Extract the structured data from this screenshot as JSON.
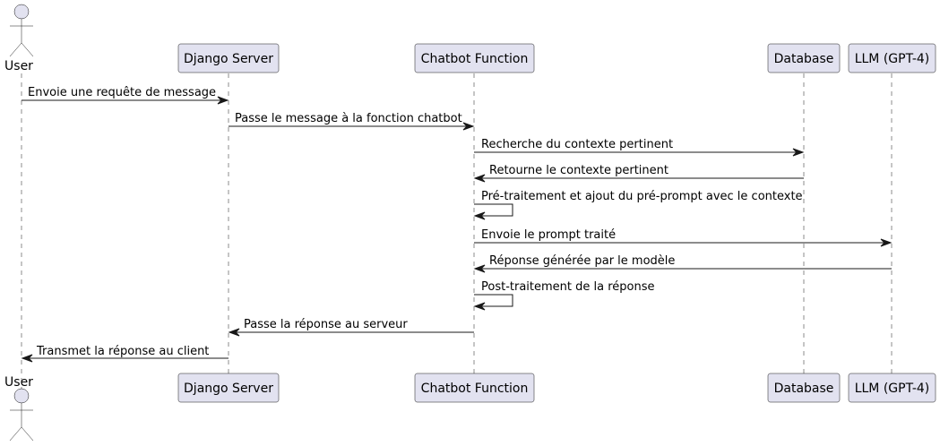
{
  "actor": {
    "name": "User"
  },
  "participants": [
    {
      "id": "django",
      "label": "Django Server"
    },
    {
      "id": "chatbot",
      "label": "Chatbot Function"
    },
    {
      "id": "database",
      "label": "Database"
    },
    {
      "id": "llm",
      "label": "LLM (GPT-4)"
    }
  ],
  "messages": [
    {
      "from": "user",
      "to": "django",
      "label": "Envoie une requête de message"
    },
    {
      "from": "django",
      "to": "chatbot",
      "label": "Passe le message à la fonction chatbot"
    },
    {
      "from": "chatbot",
      "to": "database",
      "label": "Recherche du contexte pertinent"
    },
    {
      "from": "database",
      "to": "chatbot",
      "label": "Retourne le contexte pertinent"
    },
    {
      "from": "chatbot",
      "to": "chatbot",
      "label": "Pré-traitement et ajout du pré-prompt avec le contexte"
    },
    {
      "from": "chatbot",
      "to": "llm",
      "label": "Envoie le prompt traité"
    },
    {
      "from": "llm",
      "to": "chatbot",
      "label": "Réponse générée par le modèle"
    },
    {
      "from": "chatbot",
      "to": "chatbot",
      "label": "Post-traitement de la réponse"
    },
    {
      "from": "chatbot",
      "to": "django",
      "label": "Passe la réponse au serveur"
    },
    {
      "from": "django",
      "to": "user",
      "label": "Transmet la réponse au client"
    }
  ]
}
